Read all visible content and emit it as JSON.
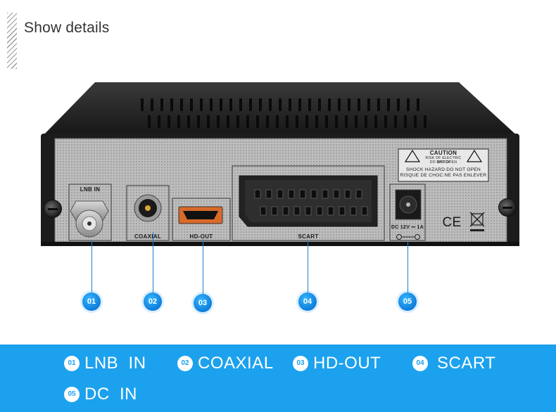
{
  "header": {
    "title": "Show details"
  },
  "panel": {
    "ports": {
      "lnb": "LNB IN",
      "coaxial": "COAXIAL",
      "hdout": "HD-OUT",
      "scart": "SCART",
      "dc": "DC 12V ⎓ 1A"
    },
    "caution": {
      "title": "CAUTION",
      "line1": "RISK OF ELECTRIC SHOCK",
      "line2": "DO NOT OPEN",
      "line3": "SHOCK HAZARD:DO NOT OPEN",
      "line4": "RISQUE DE CHOC:NE PAS ENLEVER"
    },
    "ce_mark": "CE"
  },
  "markers": [
    "01",
    "02",
    "03",
    "04",
    "05"
  ],
  "legend": [
    {
      "num": "01",
      "label": "LNB  IN"
    },
    {
      "num": "02",
      "label": "COAXIAL"
    },
    {
      "num": "03",
      "label": "HD-OUT"
    },
    {
      "num": "04",
      "label": "SCART"
    },
    {
      "num": "05",
      "label": "DC  IN"
    }
  ],
  "colors": {
    "accent": "#1ca1ee",
    "marker": "#0b79d8",
    "body": "#1f1f1f",
    "panel": "#b9b9b9"
  }
}
